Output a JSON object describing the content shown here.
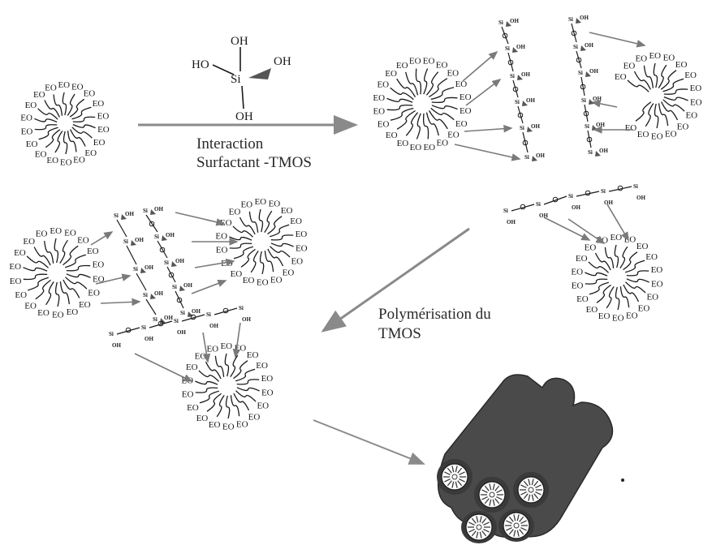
{
  "diagram": {
    "tmos": {
      "oh_top": "OH",
      "ho_left": "HO",
      "oh_right": "OH",
      "si": "Si",
      "oh_bottom": "OH"
    },
    "step1": {
      "line1": "Interaction",
      "line2": "Surfactant -TMOS"
    },
    "step2": {
      "line1": "Polymérisation du",
      "line2": "TMOS"
    },
    "eo_label": "EO",
    "si_short": "Si",
    "oh_short": "OH",
    "o_short": "O",
    "colors": {
      "ink": "#1a1a1a",
      "arrow": "#8a8a8a",
      "cylinder": "#4a4a4a",
      "core": "#ffffff"
    }
  }
}
